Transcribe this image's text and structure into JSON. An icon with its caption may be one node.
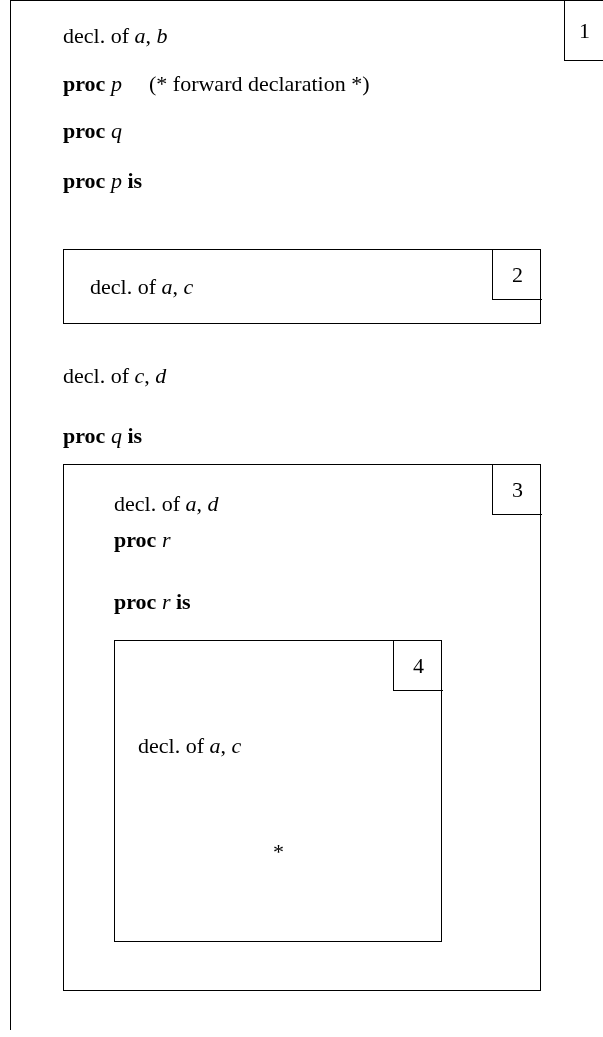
{
  "diagram": {
    "nodes": [
      {
        "text": [
          "decl. of *a*, *b*",
          "**proc** *p*",
          "(* forward declaration *)",
          "**proc** *q*",
          "**proc** *p* **is**",
          "decl. of *c*, *d*",
          "**proc** *q* **is**"
        ]
      },
      {
        "text": [
          "1"
        ],
        "in": 0
      },
      {
        "text": [
          "decl. of *a*, *c*"
        ],
        "in": 0
      },
      {
        "text": [
          "2"
        ],
        "in": 2
      },
      {
        "text": [
          "decl. of *a*, *d*",
          "**proc** *r*",
          "**proc** *r* **is**"
        ],
        "in": 0
      },
      {
        "text": [
          "3"
        ],
        "in": 4
      },
      {
        "text": [
          "decl. of *a*, *c*",
          "*"
        ],
        "in": 4
      },
      {
        "text": [
          "4"
        ],
        "in": 6
      }
    ]
  }
}
